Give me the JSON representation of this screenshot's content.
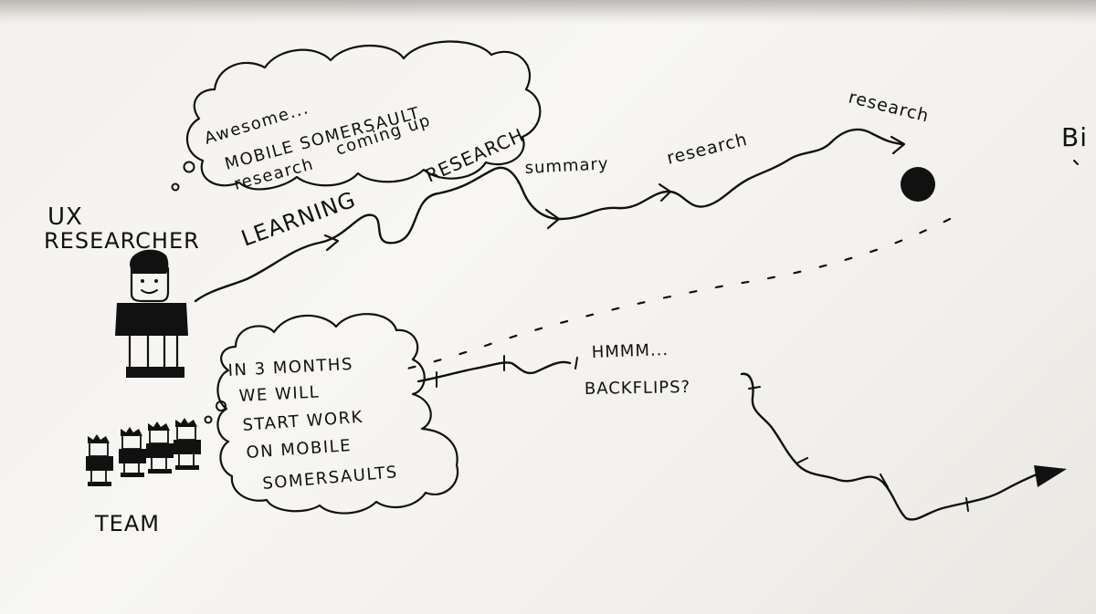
{
  "labels": {
    "ux_researcher_line1": "UX",
    "ux_researcher_line2": "RESEARCHER",
    "team": "TEAM",
    "partial_edge": "Bi",
    "hmmm": "HMMM...",
    "backflips": "BACKFLIPS?"
  },
  "thought_cloud_top": {
    "line1": "Awesome...",
    "line2": "MOBILE SOMERSAULT",
    "line3": "research",
    "line3_small": "coming up"
  },
  "thought_cloud_bottom": {
    "line1": "IN 3 MONTHS",
    "line2": "WE WILL",
    "line3": "START WORK",
    "line4": "ON MOBILE",
    "line5": "SOMERSAULTS"
  },
  "path_labels": {
    "learning": "LEARNING",
    "research1": "RESEARCH",
    "summary": "summary",
    "research2": "research",
    "research3": "research"
  },
  "colors": {
    "ink": "#111111",
    "paper": "#f5f4f0"
  }
}
